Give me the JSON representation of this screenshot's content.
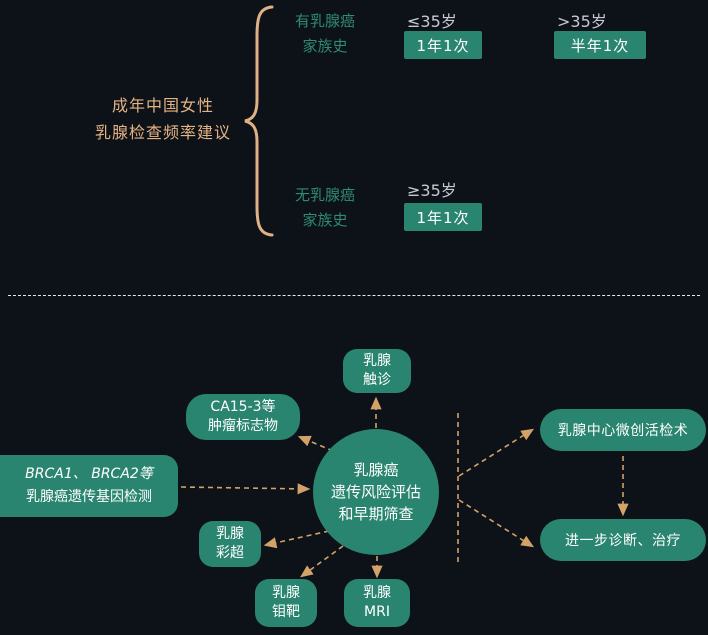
{
  "colors": {
    "background": "#0d1118",
    "teal": "#2a8570",
    "teal_text": "#2e8b74",
    "tan": "#e3b383",
    "arrow": "#d2a269",
    "muted_text": "#c6c9d4",
    "white": "#ffffff"
  },
  "top": {
    "title_line1": "成年中国女性",
    "title_line2": "乳腺检查频率建议",
    "branch_with_history": {
      "label_line1": "有乳腺癌",
      "label_line2": "家族史",
      "case_young": {
        "condition": "≤35岁",
        "frequency": "1年1次"
      },
      "case_older": {
        "condition": ">35岁",
        "frequency": "半年1次"
      }
    },
    "branch_without_history": {
      "label_line1": "无乳腺癌",
      "label_line2": "家族史",
      "case": {
        "condition": "≥35岁",
        "frequency": "1年1次"
      }
    }
  },
  "bottom": {
    "center": {
      "line1": "乳腺癌",
      "line2": "遗传风险评估",
      "line3": "和早期筛查"
    },
    "palpation": {
      "line1": "乳腺",
      "line2": "触诊"
    },
    "tumor_marker": {
      "line1": "CA15-3等",
      "line2": "肿瘤标志物"
    },
    "gene_test": {
      "line1": "BRCA1、 BRCA2等",
      "line2": "乳腺癌遗传基因检测"
    },
    "ultrasound": {
      "line1": "乳腺",
      "line2": "彩超"
    },
    "mammography": {
      "line1": "乳腺",
      "line2": "钼靶"
    },
    "mri": {
      "line1": "乳腺",
      "line2": "MRI"
    },
    "biopsy": "乳腺中心微创活检术",
    "treatment": "进一步诊断、治疗"
  }
}
